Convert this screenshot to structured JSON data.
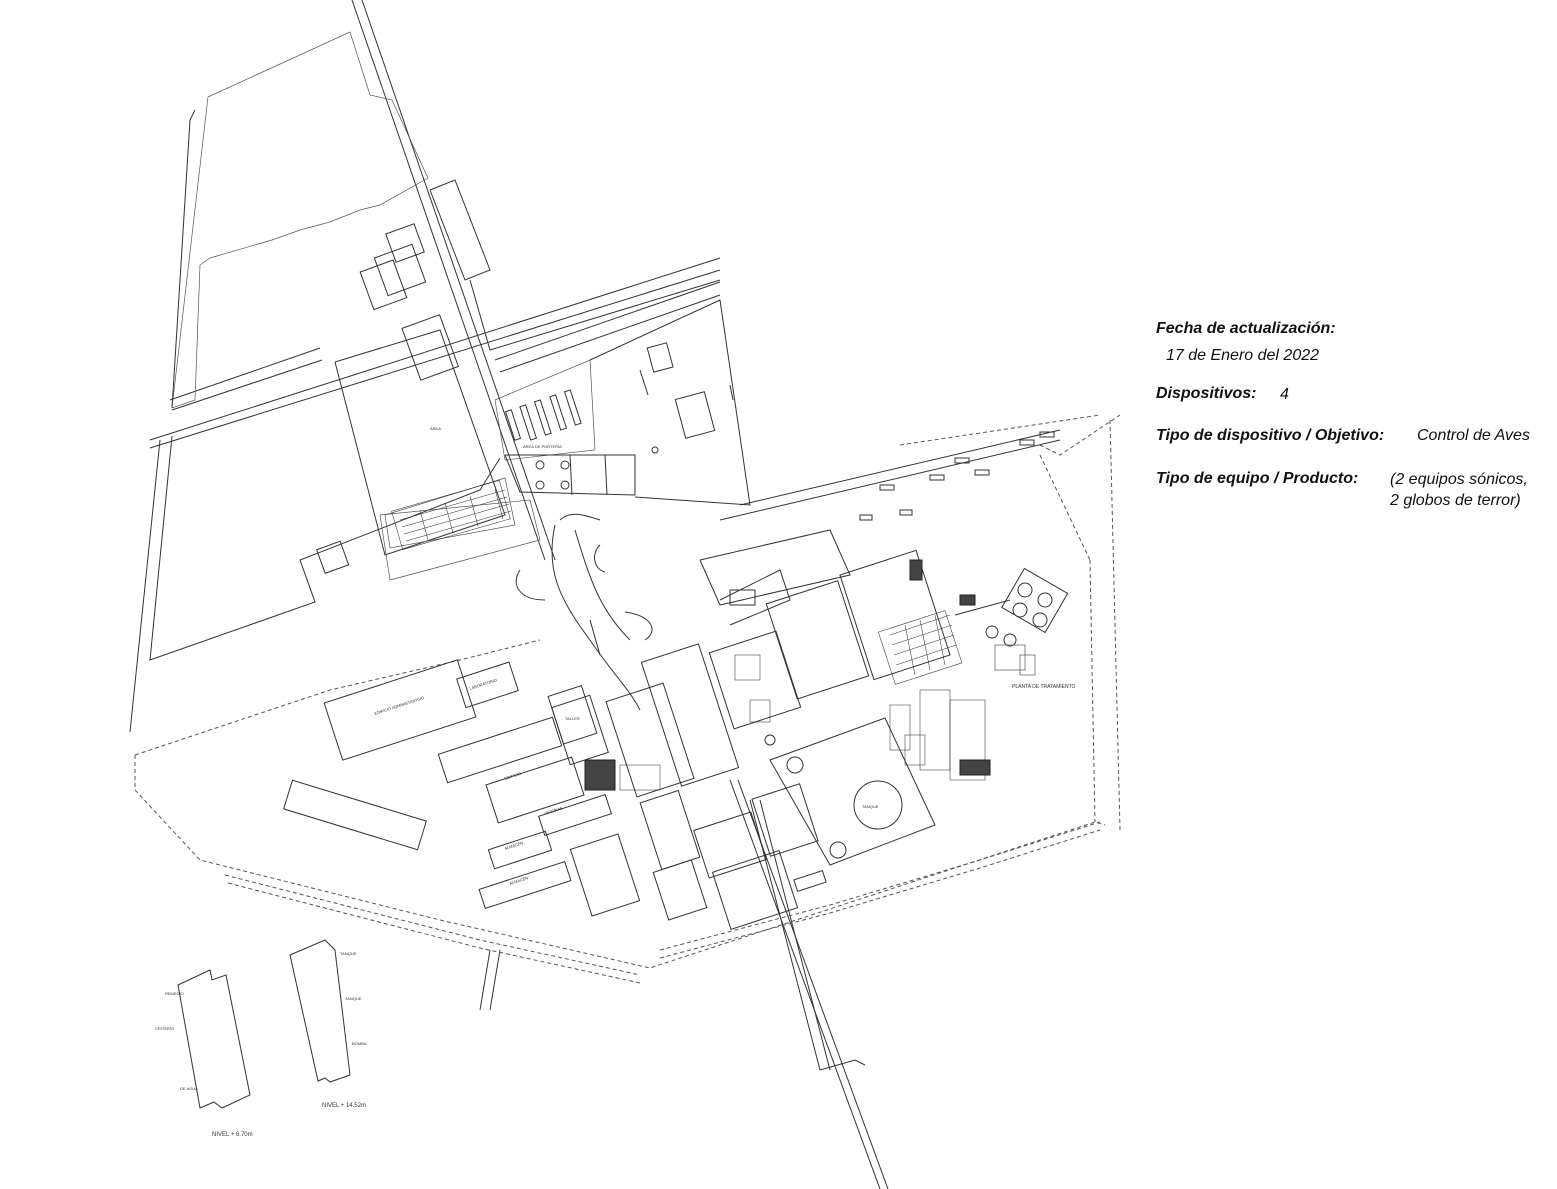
{
  "info": {
    "fecha_label": "Fecha de actualización:",
    "fecha_value": "17 de Enero del 2022",
    "dispositivos_label": "Dispositivos:",
    "dispositivos_value": "4",
    "tipo_dispositivo_label": "Tipo de dispositivo / Objetivo:",
    "tipo_dispositivo_value": "Control de Aves",
    "tipo_equipo_label": "Tipo de equipo / Producto:",
    "tipo_equipo_value_line1": "(2 equipos sónicos,",
    "tipo_equipo_value_line2": "2 globos de terror)"
  },
  "plan_labels": {
    "nivel_1": "NIVEL + 6.70m",
    "nivel_2": "NIVEL + 14.52m",
    "area_tratamiento": "PLANTA DE TRATAMIENTO"
  }
}
